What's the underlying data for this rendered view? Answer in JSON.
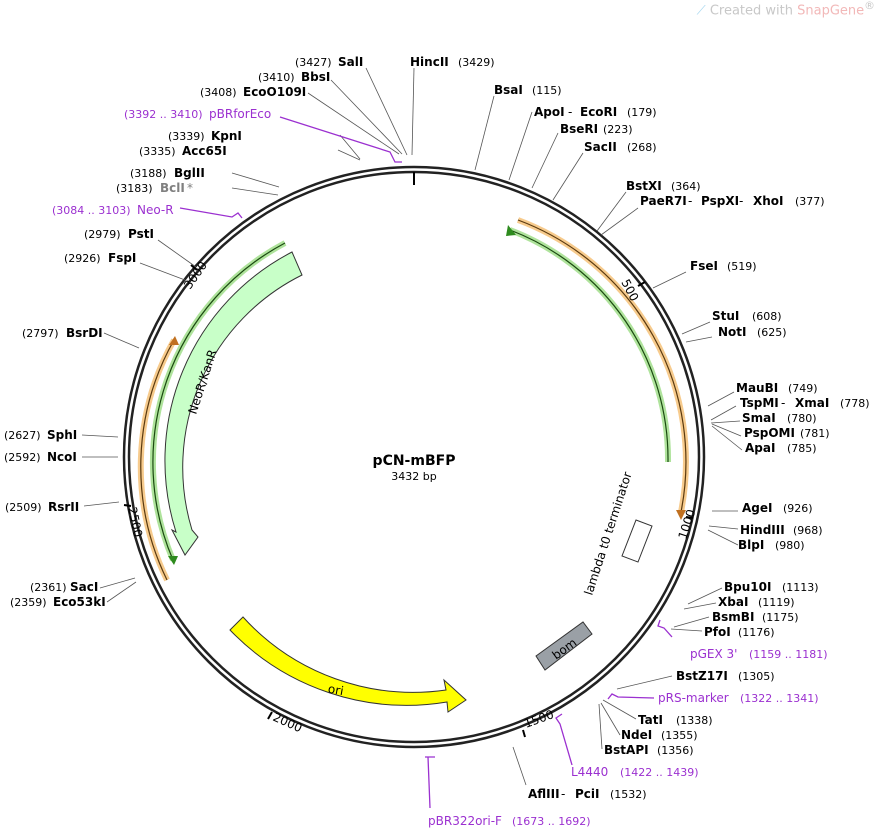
{
  "watermark": {
    "prefix": "Created with",
    "brand": "SnapGene",
    "mark": "®"
  },
  "plasmid": {
    "name": "pCN-mBFP",
    "size": "3432 bp"
  },
  "ticks": [
    "500",
    "1000",
    "1500",
    "2000",
    "2500",
    "3000"
  ],
  "features": {
    "lambda": "lambda t0 terminator",
    "bom": "bom",
    "ori": "ori",
    "neo": "NeoR/KanR"
  },
  "enzymes": {
    "sali": {
      "name": "SalI",
      "pos": "(3427)"
    },
    "hincii": {
      "name": "HincII",
      "pos": "(3429)"
    },
    "bbsi": {
      "name": "BbsI",
      "pos": "(3410)"
    },
    "eco0109i": {
      "name": "EcoO109I",
      "pos": "(3408)"
    },
    "bsai": {
      "name": "BsaI",
      "pos": "(115)"
    },
    "apoi": {
      "name": "ApoI",
      "sep": " - ",
      "name2": "EcoRI",
      "pos": "(179)"
    },
    "bseri": {
      "name": "BseRI",
      "pos": "(223)"
    },
    "sacii": {
      "name": "SacII",
      "pos": "(268)"
    },
    "kpni": {
      "name": "KpnI",
      "pos": "(3339)"
    },
    "acc65i": {
      "name": "Acc65I",
      "pos": "(3335)"
    },
    "bglii": {
      "name": "BglII",
      "pos": "(3188)"
    },
    "bcli": {
      "name": "BclI",
      "star": "*",
      "pos": "(3183)"
    },
    "bstxi": {
      "name": "BstXI",
      "pos": "(364)"
    },
    "paer7i": {
      "name": "PaeR7I",
      "sep": " - ",
      "name2": "PspXI",
      "sep2": " - ",
      "name3": "XhoI",
      "pos": "(377)"
    },
    "psti": {
      "name": "PstI",
      "pos": "(2979)"
    },
    "fspi": {
      "name": "FspI",
      "pos": "(2926)"
    },
    "fsei": {
      "name": "FseI",
      "pos": "(519)"
    },
    "stui": {
      "name": "StuI",
      "pos": "(608)"
    },
    "noti": {
      "name": "NotI",
      "pos": "(625)"
    },
    "bsrdi": {
      "name": "BsrDI",
      "pos": "(2797)"
    },
    "maubi": {
      "name": "MauBI",
      "pos": "(749)"
    },
    "tspmi": {
      "name": "TspMI",
      "sep": " - ",
      "name2": "XmaI",
      "pos": "(778)"
    },
    "smai": {
      "name": "SmaI",
      "pos": "(780)"
    },
    "pspomi": {
      "name": "PspOMI",
      "pos": "(781)"
    },
    "apai": {
      "name": "ApaI",
      "pos": "(785)"
    },
    "sphi": {
      "name": "SphI",
      "pos": "(2627)"
    },
    "ncoi": {
      "name": "NcoI",
      "pos": "(2592)"
    },
    "rsrii": {
      "name": "RsrII",
      "pos": "(2509)"
    },
    "agei": {
      "name": "AgeI",
      "pos": "(926)"
    },
    "hindiii": {
      "name": "HindIII",
      "pos": "(968)"
    },
    "blpi": {
      "name": "BlpI",
      "pos": "(980)"
    },
    "saci": {
      "name": "SacI",
      "pos": "(2361)"
    },
    "eco53ki": {
      "name": "Eco53kI",
      "pos": "(2359)"
    },
    "bpu10i": {
      "name": "Bpu10I",
      "pos": "(1113)"
    },
    "xbai": {
      "name": "XbaI",
      "pos": "(1119)"
    },
    "bsmbi": {
      "name": "BsmBI",
      "pos": "(1175)"
    },
    "pfoi": {
      "name": "PfoI",
      "pos": "(1176)"
    },
    "bstz17i": {
      "name": "BstZ17I",
      "pos": "(1305)"
    },
    "tati": {
      "name": "TatI",
      "pos": "(1338)"
    },
    "ndei": {
      "name": "NdeI",
      "pos": "(1355)"
    },
    "bstapi": {
      "name": "BstAPI",
      "pos": "(1356)"
    },
    "aflIII": {
      "name": "AflIII",
      "sep": " - ",
      "name2": "PciI",
      "pos": "(1532)"
    }
  },
  "primers": {
    "pbrforeco": {
      "name": "pBRforEco",
      "range": "(3392 .. 3410)"
    },
    "neor": {
      "name": "Neo-R",
      "range": "(3084 .. 3103)"
    },
    "pgex3": {
      "name": "pGEX 3'",
      "range": "(1159 .. 1181)"
    },
    "prsmarker": {
      "name": "pRS-marker",
      "range": "(1322 .. 1341)"
    },
    "l4440": {
      "name": "L4440",
      "range": "(1422 .. 1439)"
    },
    "pbr322ori": {
      "name": "pBR322ori-F",
      "range": "(1673 .. 1692)"
    }
  },
  "colors": {
    "primer": "#9b30d0",
    "neo_fill": "#c8ffc8",
    "ori_fill": "#ffff00",
    "bom_fill": "#9aa0a6",
    "orf_orange": "#f0a030",
    "orf_green": "#2e8b1e"
  }
}
